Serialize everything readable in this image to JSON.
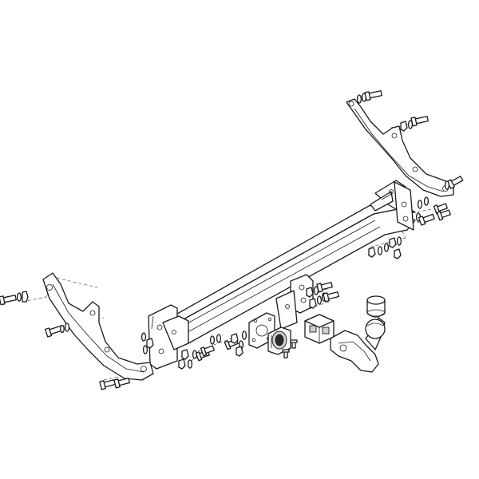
{
  "diagram": {
    "components": [
      "crossbar",
      "left-bracket",
      "right-bracket",
      "tow-ball-neck",
      "ball-cover",
      "socket-plate",
      "electrical-socket",
      "connector-block",
      "bolt",
      "washer",
      "nut"
    ],
    "colors": {
      "line": "#1a1a1a",
      "fill": "#ffffff",
      "shade": "#cfcfcf",
      "guide": "#555555"
    },
    "fasteners": {
      "bolt_count": 20,
      "washer_count": 28,
      "nut_count": 20
    }
  }
}
